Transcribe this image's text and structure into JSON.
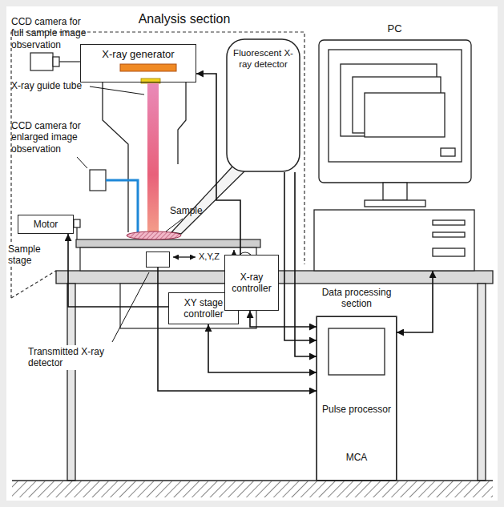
{
  "diagram": {
    "nodes": [
      {
        "text": [
          "X-ray generator"
        ]
      },
      {
        "text": [
          "Fluorescent X-ray detector"
        ]
      },
      {
        "text": [
          "Motor"
        ]
      },
      {
        "text": [
          "XY stage controller"
        ]
      },
      {
        "text": [
          "X-ray controller"
        ]
      },
      {
        "text": [
          "PC"
        ]
      },
      {
        "text": [
          "Data processing section",
          "Pulse processor",
          "MCA"
        ]
      },
      {
        "text": [
          "Transmitted X-ray detector"
        ]
      }
    ],
    "edges": [
      {
        "from": 4,
        "to": 0,
        "arrow": "to"
      },
      {
        "from": 1,
        "to": 6,
        "arrow": "to"
      },
      {
        "from": 1,
        "to": 6,
        "arrow": "to"
      },
      {
        "from": 4,
        "to": 6,
        "arrow": "both"
      },
      {
        "from": 3,
        "to": 6,
        "arrow": "both"
      },
      {
        "from": 7,
        "to": 6,
        "arrow": "to"
      },
      {
        "from": 3,
        "to": 2,
        "arrow": "to"
      },
      {
        "from": 6,
        "to": 5,
        "arrow": "both"
      }
    ],
    "labels": [
      "Analysis section",
      "CCD camera for full sample image observation",
      "X-ray guide tube",
      "CCD camera for enlarged image observation",
      "Sample",
      "Sample stage",
      "X,Y,Z"
    ]
  }
}
